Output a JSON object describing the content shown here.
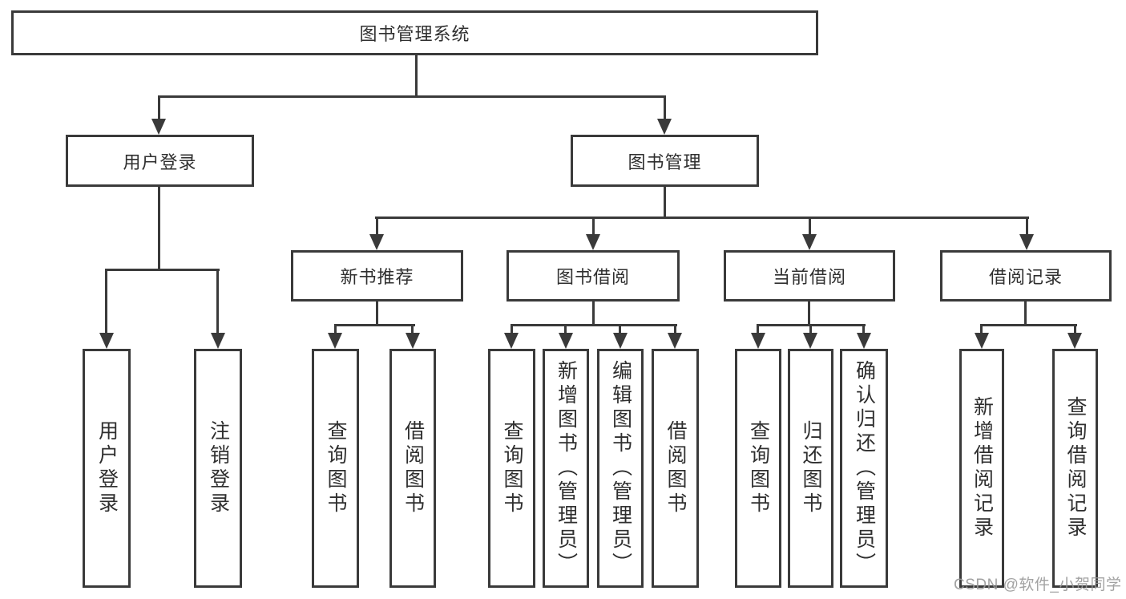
{
  "tree": {
    "label": "图书管理系统",
    "children": [
      {
        "label": "用户登录",
        "children": [
          {
            "label": "用户登录"
          },
          {
            "label": "注销登录"
          }
        ]
      },
      {
        "label": "图书管理",
        "children": [
          {
            "label": "新书推荐",
            "children": [
              {
                "label": "查询图书"
              },
              {
                "label": "借阅图书"
              }
            ]
          },
          {
            "label": "图书借阅",
            "children": [
              {
                "label": "查询图书"
              },
              {
                "label": "新增图书（管理员）"
              },
              {
                "label": "编辑图书（管理员）"
              },
              {
                "label": "借阅图书"
              }
            ]
          },
          {
            "label": "当前借阅",
            "children": [
              {
                "label": "查询图书"
              },
              {
                "label": "归还图书"
              },
              {
                "label": "确认归还（管理员）"
              }
            ]
          },
          {
            "label": "借阅记录",
            "children": [
              {
                "label": "新增借阅记录"
              },
              {
                "label": "查询借阅记录"
              }
            ]
          }
        ]
      }
    ]
  },
  "watermark": {
    "text": "CSDN @软件_小贺同学"
  },
  "colors": {
    "line": "#3a3a3a",
    "text": "#2f2f2f",
    "watermark": "#989898",
    "background": "#ffffff"
  }
}
